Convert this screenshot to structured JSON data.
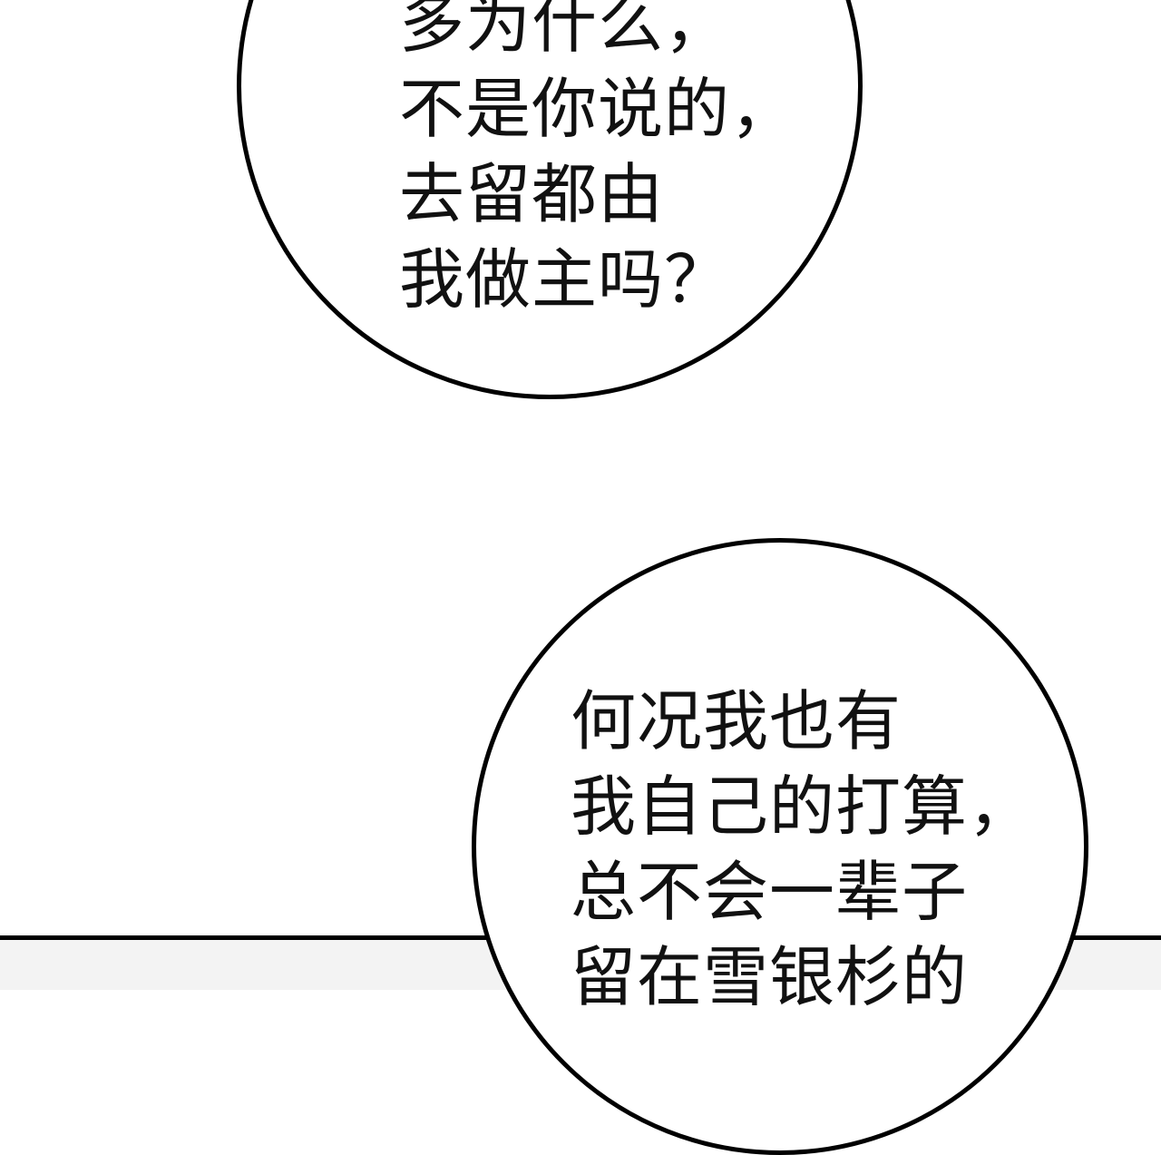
{
  "bubble_top": {
    "lines": [
      "多为什么，",
      "不是你说的，",
      "去留都由",
      "我做主吗？"
    ]
  },
  "bubble_bottom": {
    "lines": [
      "何况我也有",
      "我自己的打算，",
      "总不会一辈子",
      "留在雪银杉的"
    ]
  },
  "colors": {
    "background": "#ffffff",
    "ink": "#000000",
    "lower_panel": "#f3f3f3"
  }
}
